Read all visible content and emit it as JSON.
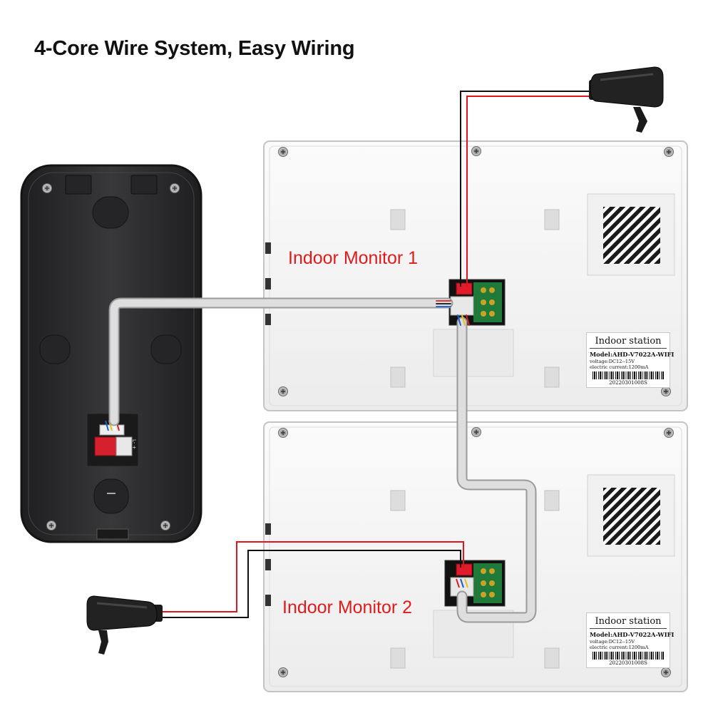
{
  "title": "4-Core Wire System, Easy Wiring",
  "colors": {
    "label_red": "#e01b1b",
    "power_wire_red": "#e0141a",
    "power_wire_black": "#111111",
    "cable_gray": "#d0d0d0",
    "outdoor_unit": "#2c2c2e",
    "monitor_body": "#f4f4f4",
    "connector_red": "#e01b2a",
    "pcb_green": "#1f7a3a"
  },
  "monitors": [
    {
      "label": "Indoor Monitor 1",
      "sticker": {
        "title": "Indoor station",
        "model": "Model:AHD-V7022A-WIFI",
        "voltage": "voltage:DC12--15V",
        "current": "electric current:1200mA",
        "serial": "20220301008S"
      }
    },
    {
      "label": "Indoor Monitor 2",
      "sticker": {
        "title": "Indoor station",
        "model": "Model:AHD-V7022A-WIFI",
        "voltage": "voltage:DC12--15V",
        "current": "electric current:1200mA",
        "serial": "20220301008S"
      }
    }
  ],
  "outdoor_unit": {
    "terminal_marks": "L- +"
  },
  "icons": [
    "power-adapter-icon",
    "outdoor-doorbell-unit",
    "indoor-monitor",
    "speaker-grille",
    "screw-icon"
  ]
}
